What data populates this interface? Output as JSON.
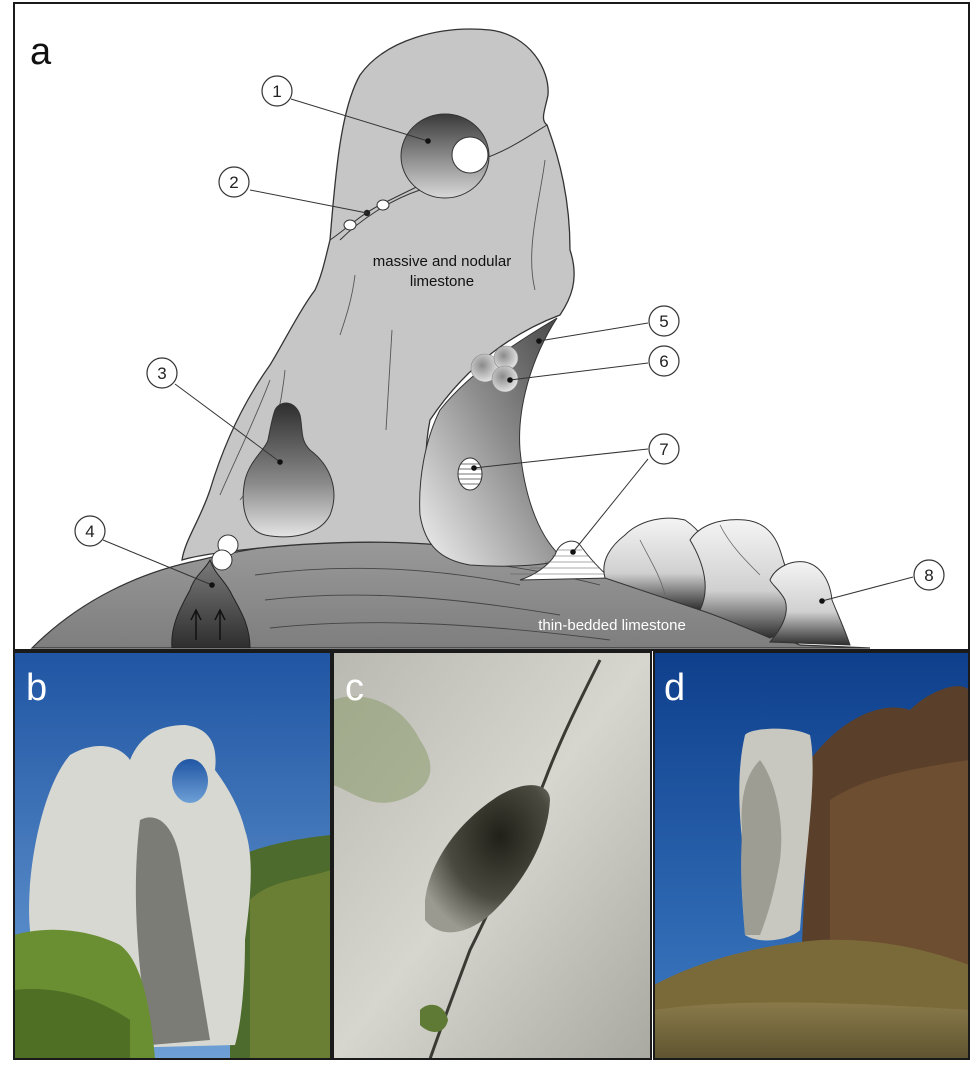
{
  "panels": {
    "a": {
      "letter": "a",
      "labels": {
        "massive_line1": "massive and nodular",
        "massive_line2": "limestone",
        "thin_bedded": "thin-bedded limestone"
      },
      "callouts": [
        "1",
        "2",
        "3",
        "4",
        "5",
        "6",
        "7",
        "8"
      ]
    },
    "b": {
      "letter": "b"
    },
    "c": {
      "letter": "c"
    },
    "d": {
      "letter": "d"
    }
  },
  "colors": {
    "rock_light": "#c8c8c8",
    "rock_mid": "#9a9a9a",
    "rock_dark": "#3a3a3a",
    "sky": "#2f64a8",
    "frame": "#1a1a1a"
  }
}
